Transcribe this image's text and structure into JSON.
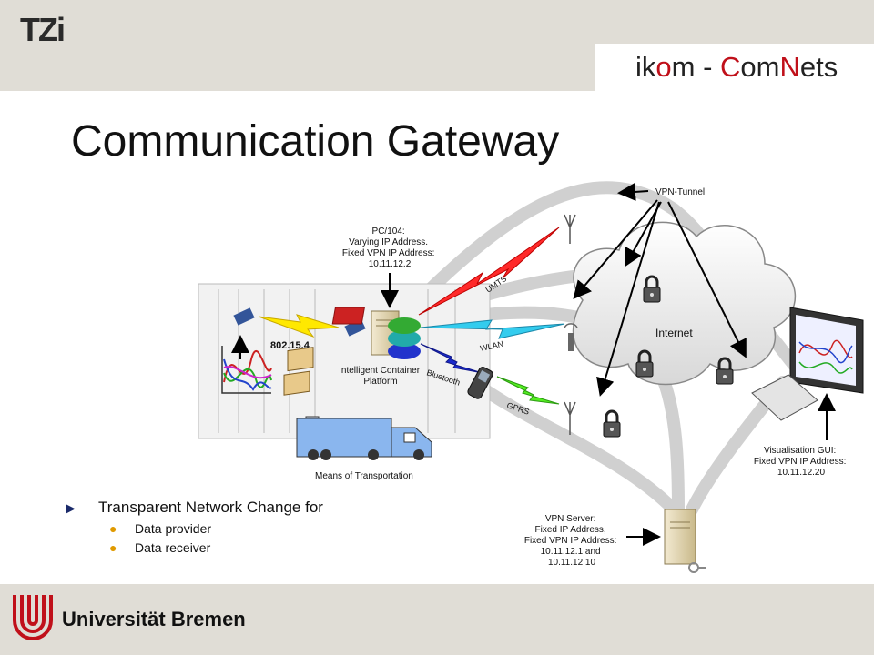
{
  "header": {
    "brand_prefix": "ik",
    "brand_o": "o",
    "brand_mid": "m - ",
    "brand_c": "C",
    "brand_om": "om",
    "brand_n": "N",
    "brand_ets": "ets"
  },
  "logo_text": "TZi",
  "title": "Communication Gateway",
  "diagram": {
    "vpn_tunnel": "VPN-Tunnel",
    "pc104": [
      "PC/104:",
      "Varying IP Address.",
      "Fixed VPN IP Address:",
      "10.11.12.2"
    ],
    "protocol_802": "802.15.4",
    "umts": "UMTS",
    "wlan": "WLAN",
    "bluetooth": "Bluetooth",
    "gprs": "GPRS",
    "internet": "Internet",
    "icp": [
      "Intelligent Container",
      "Platform"
    ],
    "transport": "Means of Transportation",
    "vis_gui": [
      "Visualisation GUI:",
      "Fixed VPN IP Address:",
      "10.11.12.20"
    ],
    "vpn_server": [
      "VPN Server:",
      "Fixed IP Address,",
      "Fixed VPN IP Address:",
      "10.11.12.1 and",
      "10.11.12.10"
    ]
  },
  "bullets": {
    "main": "Transparent Network Change for",
    "subs": [
      "Data provider",
      "Data receiver"
    ]
  },
  "footer": {
    "university": "Universität Bremen"
  },
  "colors": {
    "accent_red": "#c0101a",
    "band": "#e0ddd6",
    "bullet_arrow": "#1a2a6a",
    "bullet_dot": "#e09a00"
  }
}
